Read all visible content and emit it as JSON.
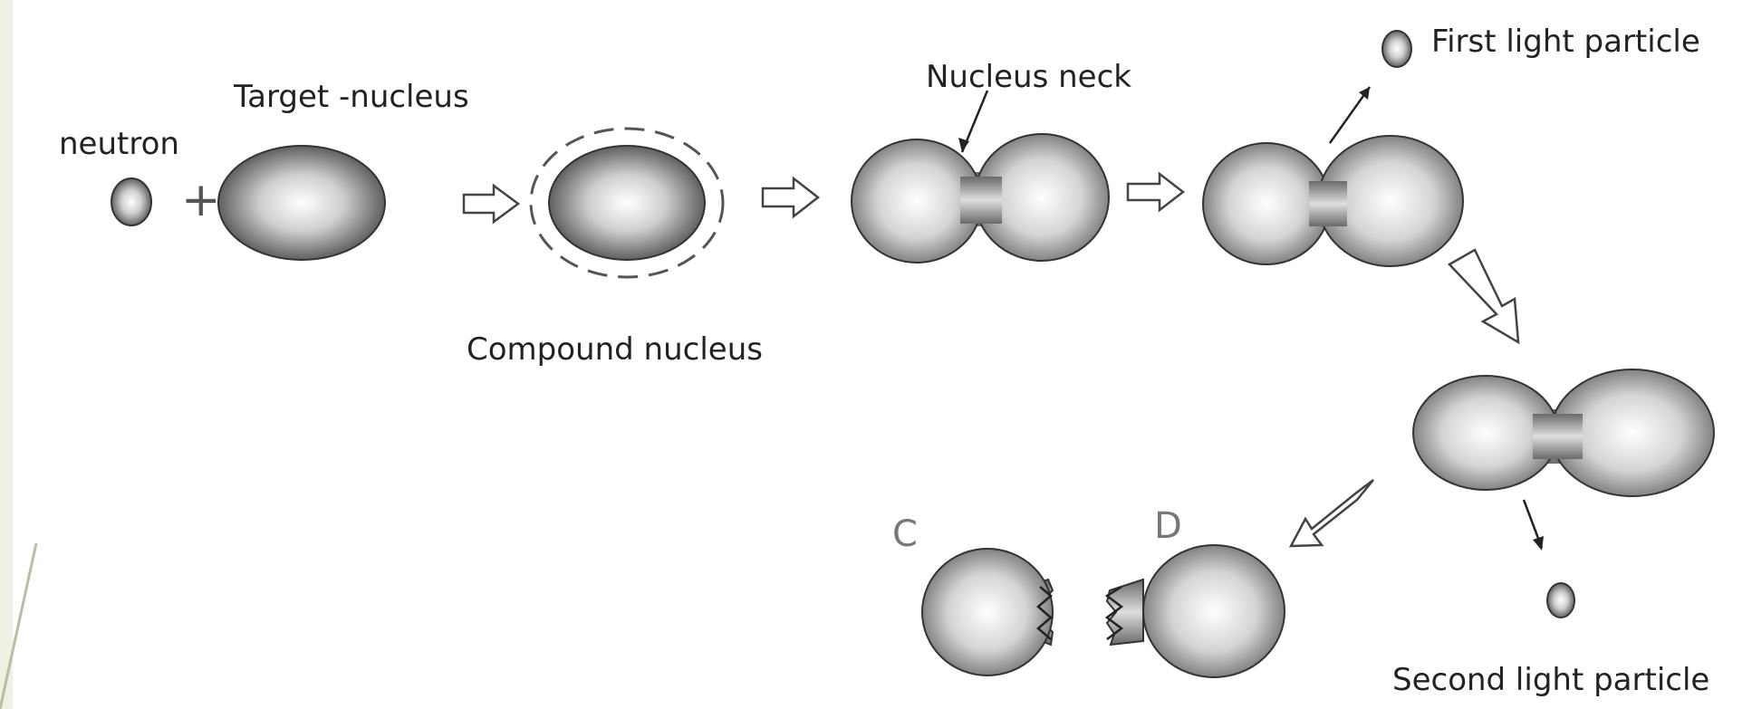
{
  "labels": {
    "neutron": "neutron",
    "target_nucleus": "Target -nucleus",
    "compound_nucleus": "Compound nucleus",
    "nucleus_neck": "Nucleus neck",
    "first_light_particle": "First light particle",
    "second_light_particle": "Second light particle",
    "plus": "+",
    "fragment_c": "C",
    "fragment_d": "D"
  },
  "colors": {
    "background": "#eef1e4",
    "panel": "#ffffff",
    "nucleus_light": "#ffffff",
    "nucleus_dark": "#555555",
    "outline": "#333333"
  }
}
